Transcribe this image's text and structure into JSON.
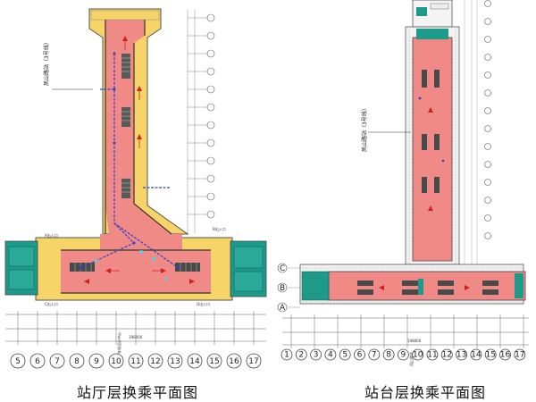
{
  "left_plan": {
    "caption": "站厅层换乘平面图",
    "station_name": "凤山路站（3号线）",
    "exit_labels": [
      "A出入口",
      "B出入口",
      "C出入口",
      "D出入口"
    ],
    "axis_numbers": [
      "5",
      "6",
      "7",
      "8",
      "9",
      "10",
      "11",
      "12",
      "13",
      "14",
      "15",
      "16",
      "17"
    ],
    "total_length": "196000",
    "bottom_note": "车站设计中心"
  },
  "right_plan": {
    "caption": "站台层换乘平面图",
    "station_name": "凤山路站（3号线）",
    "grid_letters": [
      "C",
      "B",
      "A"
    ],
    "axis_numbers": [
      "1",
      "2",
      "3",
      "4",
      "5",
      "6",
      "7",
      "8",
      "9",
      "10",
      "11",
      "12",
      "13",
      "14",
      "15",
      "16",
      "17"
    ],
    "total_length": "198000",
    "bottom_note": "凤山路站"
  },
  "colors": {
    "paid_area": "#f08a86",
    "unpaid_area": "#f6d468",
    "equipment": "#1e9a8a",
    "wall": "#444444",
    "route": "#3040c8",
    "arrow": "#d02020"
  }
}
